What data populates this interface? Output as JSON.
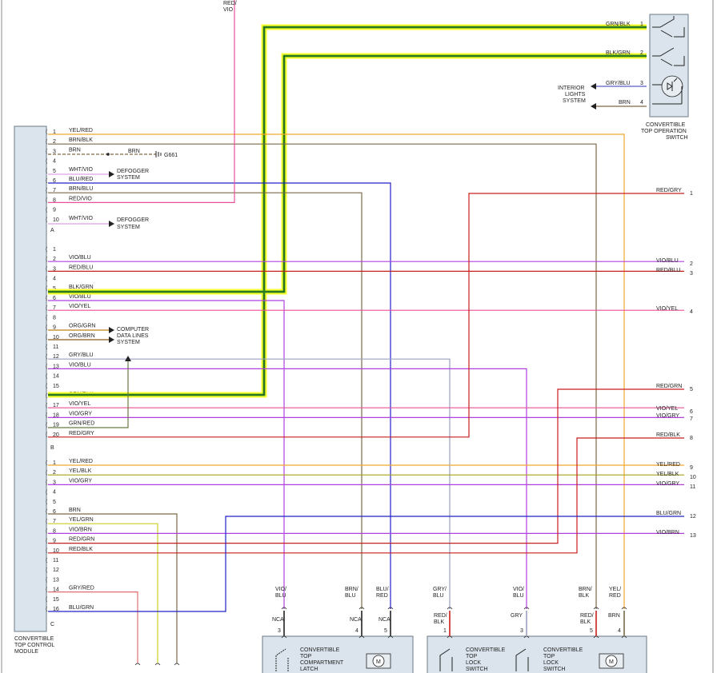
{
  "module": {
    "name_lines": [
      "CONVERTIBLE",
      "TOP CONTROL",
      "MODULE"
    ],
    "sections": [
      "A",
      "B",
      "C"
    ]
  },
  "top_switch": {
    "name_lines": [
      "CONVERTIBLE",
      "TOP OPERATION",
      "SWITCH"
    ],
    "pins": [
      {
        "pin": "1",
        "wire": "GRN/BLK"
      },
      {
        "pin": "2",
        "wire": "BLK/GRN"
      },
      {
        "pin": "3",
        "wire": "GRY/BLU"
      },
      {
        "pin": "4",
        "wire": "BRN"
      }
    ],
    "interior_lights_lines": [
      "INTERIOR",
      "LIGHTS",
      "SYSTEM"
    ]
  },
  "section_a": [
    {
      "pin": "1",
      "wire": "YEL/RED"
    },
    {
      "pin": "2",
      "wire": "BRN/BLK"
    },
    {
      "pin": "3",
      "wire": "BRN"
    },
    {
      "pin": "4",
      "wire": ""
    },
    {
      "pin": "5",
      "wire": "WHT/VIO"
    },
    {
      "pin": "6",
      "wire": "BLU/RED"
    },
    {
      "pin": "7",
      "wire": "BRN/BLU"
    },
    {
      "pin": "8",
      "wire": "RED/VIO"
    },
    {
      "pin": "9",
      "wire": ""
    },
    {
      "pin": "10",
      "wire": "WHT/VIO"
    }
  ],
  "section_b": [
    {
      "pin": "1",
      "wire": ""
    },
    {
      "pin": "2",
      "wire": "VIO/BLU"
    },
    {
      "pin": "3",
      "wire": "RED/BLU"
    },
    {
      "pin": "4",
      "wire": ""
    },
    {
      "pin": "5",
      "wire": "BLK/GRN"
    },
    {
      "pin": "6",
      "wire": "VIO/BLU"
    },
    {
      "pin": "7",
      "wire": "VIO/YEL"
    },
    {
      "pin": "8",
      "wire": ""
    },
    {
      "pin": "9",
      "wire": "ORG/GRN"
    },
    {
      "pin": "10",
      "wire": "ORG/BRN"
    },
    {
      "pin": "11",
      "wire": ""
    },
    {
      "pin": "12",
      "wire": "GRY/BLU"
    },
    {
      "pin": "13",
      "wire": "VIO/BLU"
    },
    {
      "pin": "14",
      "wire": ""
    },
    {
      "pin": "15",
      "wire": ""
    },
    {
      "pin": "16",
      "wire": "GRN/BLK"
    },
    {
      "pin": "17",
      "wire": "VIO/YEL"
    },
    {
      "pin": "18",
      "wire": "VIO/GRY"
    },
    {
      "pin": "19",
      "wire": "GRN/RED"
    },
    {
      "pin": "20",
      "wire": "RED/GRY"
    }
  ],
  "section_c": [
    {
      "pin": "1",
      "wire": "YEL/RED"
    },
    {
      "pin": "2",
      "wire": "YEL/BLK"
    },
    {
      "pin": "3",
      "wire": "VIO/GRY"
    },
    {
      "pin": "4",
      "wire": ""
    },
    {
      "pin": "5",
      "wire": ""
    },
    {
      "pin": "6",
      "wire": "BRN"
    },
    {
      "pin": "7",
      "wire": "YEL/GRN"
    },
    {
      "pin": "8",
      "wire": "VIO/BRN"
    },
    {
      "pin": "9",
      "wire": "RED/GRN"
    },
    {
      "pin": "10",
      "wire": "RED/BLK"
    },
    {
      "pin": "11",
      "wire": ""
    },
    {
      "pin": "12",
      "wire": ""
    },
    {
      "pin": "13",
      "wire": ""
    },
    {
      "pin": "14",
      "wire": "GRY/RED"
    },
    {
      "pin": "15",
      "wire": ""
    },
    {
      "pin": "16",
      "wire": "BLU/GRN"
    }
  ],
  "ground": {
    "wire": "BRN",
    "label": "G661"
  },
  "defogger_lines": [
    "DEFOGGER",
    "SYSTEM"
  ],
  "data_lines": [
    "COMPUTER",
    "DATA LINES",
    "SYSTEM"
  ],
  "top_wire_label_lines": [
    "RED/",
    "VIO"
  ],
  "right_refs": [
    {
      "wire": "RED/GRY",
      "ref": "1"
    },
    {
      "wire": "VIO/BLU",
      "ref": "2"
    },
    {
      "wire": "RED/BLU",
      "ref": "3"
    },
    {
      "wire": "VIO/YEL",
      "ref": "4"
    },
    {
      "wire": "RED/GRN",
      "ref": "5"
    },
    {
      "wire": "VIO/YEL",
      "ref": "6"
    },
    {
      "wire": "VIO/GRY",
      "ref": "7"
    },
    {
      "wire": "RED/BLK",
      "ref": "8"
    },
    {
      "wire": "YEL/RED",
      "ref": "9"
    },
    {
      "wire": "YEL/BLK",
      "ref": "10"
    },
    {
      "wire": "VIO/GRY",
      "ref": "11"
    },
    {
      "wire": "BLU/GRN",
      "ref": "12"
    },
    {
      "wire": "VIO/BRN",
      "ref": "13"
    }
  ],
  "bottom_connectors": [
    {
      "label_lines": [
        "VIO/",
        "BLU"
      ],
      "nca": "NCA",
      "pin": "3"
    },
    {
      "label_lines": [
        "BRN/",
        "BLU"
      ],
      "nca": "NCA",
      "pin": "4"
    },
    {
      "label_lines": [
        "BLU/",
        "RED"
      ],
      "nca": "NCA",
      "pin": "5"
    },
    {
      "label_lines": [
        "GRY/",
        "BLU"
      ],
      "nca_lines": [
        "RED/",
        "BLK"
      ],
      "pin": "1"
    },
    {
      "label_lines": [
        "VIO/",
        "BLU"
      ],
      "nca_lines": [
        "GRY"
      ],
      "pin": "3"
    },
    {
      "label_lines": [
        "BRN/",
        "BLK"
      ],
      "nca_lines": [
        "RED/",
        "BLK"
      ],
      "pin": "5"
    },
    {
      "label_lines": [
        "YEL/",
        "RED"
      ],
      "nca_lines": [
        "BRN"
      ],
      "pin": "4"
    }
  ],
  "latch": {
    "name_lines": [
      "CONVERTIBLE",
      "TOP",
      "COMPARTMENT",
      "LATCH"
    ]
  },
  "lock_switch_left": {
    "name_lines": [
      "CONVERTIBLE",
      "TOP",
      "LOCK",
      "SWITCH"
    ]
  },
  "lock_switch_right": {
    "name_lines": [
      "CONVERTIBLE",
      "TOP",
      "LOCK",
      "SWITCH"
    ]
  },
  "motor_symbol": "M",
  "colors": {
    "YEL": "#f0a830",
    "BRN": "#7a6a48",
    "VIO": "#b040e0",
    "RED": "#c81e1e",
    "BLU": "#2020c8",
    "GRY": "#9aa0c0",
    "PINK": "#e8509a",
    "HIGHLIGHT": "#ffff30",
    "GREEN": "#3aa820"
  }
}
